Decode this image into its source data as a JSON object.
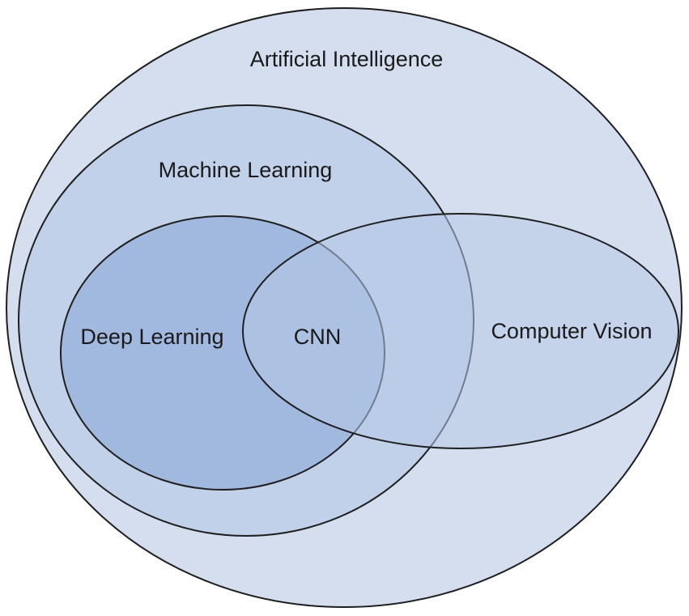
{
  "diagram": {
    "type": "venn",
    "sets": {
      "ai": {
        "label": "Artificial Intelligence",
        "fill": "#d4deef"
      },
      "ml": {
        "label": "Machine Learning",
        "fill": "#c2d1ea"
      },
      "dl": {
        "label": "Deep Learning",
        "fill": "#a2b9df"
      },
      "cv": {
        "label": "Computer Vision",
        "fill": "#b6c8e6"
      }
    },
    "overlap": {
      "label": "CNN"
    },
    "stroke_color": "#1f1f1f"
  }
}
